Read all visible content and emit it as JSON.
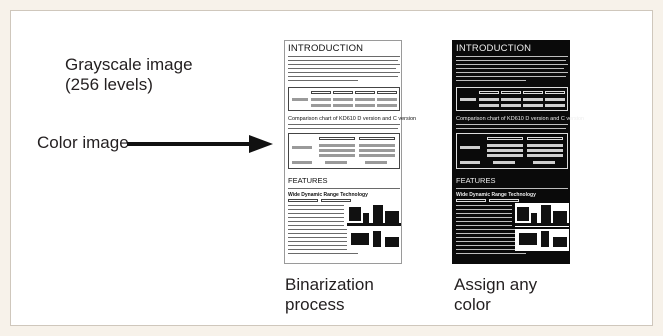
{
  "labels": {
    "grayscale": "Grayscale image\n(256 levels)",
    "color": "Color image",
    "binarization": "Binarization\nprocess",
    "assign": "Assign any\ncolor"
  },
  "document": {
    "title": "INTRODUCTION",
    "section1": "Comparison chart of KD610 D version and C version",
    "section2": "FEATURES",
    "feature_title": "Wide Dynamic Range Technology"
  }
}
